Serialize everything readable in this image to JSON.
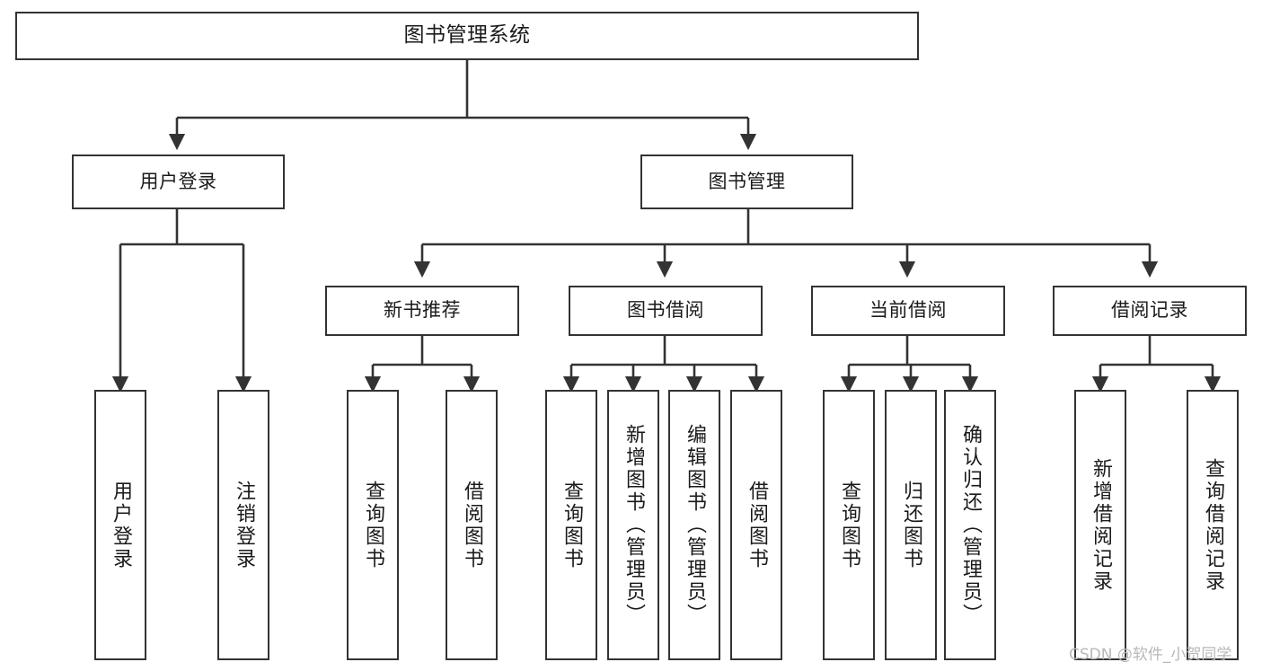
{
  "diagram": {
    "title": "图书管理系统",
    "type": "tree-hierarchy",
    "root": {
      "label": "图书管理系统"
    },
    "level1": [
      {
        "label": "用户登录"
      },
      {
        "label": "图书管理"
      }
    ],
    "level2": [
      {
        "label": "新书推荐"
      },
      {
        "label": "图书借阅"
      },
      {
        "label": "当前借阅"
      },
      {
        "label": "借阅记录"
      }
    ],
    "leaves": {
      "user_login": [
        {
          "label": "用户登录"
        },
        {
          "label": "注销登录"
        }
      ],
      "new_book_recommend": [
        {
          "label": "查询图书"
        },
        {
          "label": "借阅图书"
        }
      ],
      "book_borrow": [
        {
          "label": "查询图书"
        },
        {
          "label": "新增图书（管理员）"
        },
        {
          "label": "编辑图书（管理员）"
        },
        {
          "label": "借阅图书"
        }
      ],
      "current_borrow": [
        {
          "label": "查询图书"
        },
        {
          "label": "归还图书"
        },
        {
          "label": "确认归还（管理员）"
        }
      ],
      "borrow_record": [
        {
          "label": "新增借阅记录"
        },
        {
          "label": "查询借阅记录"
        }
      ]
    }
  },
  "watermark": {
    "text": "CSDN @软件_小贺同学"
  },
  "colors": {
    "stroke": "#333333",
    "background": "#ffffff",
    "text": "#1a1a1a",
    "watermark": "#b8b8b8"
  }
}
